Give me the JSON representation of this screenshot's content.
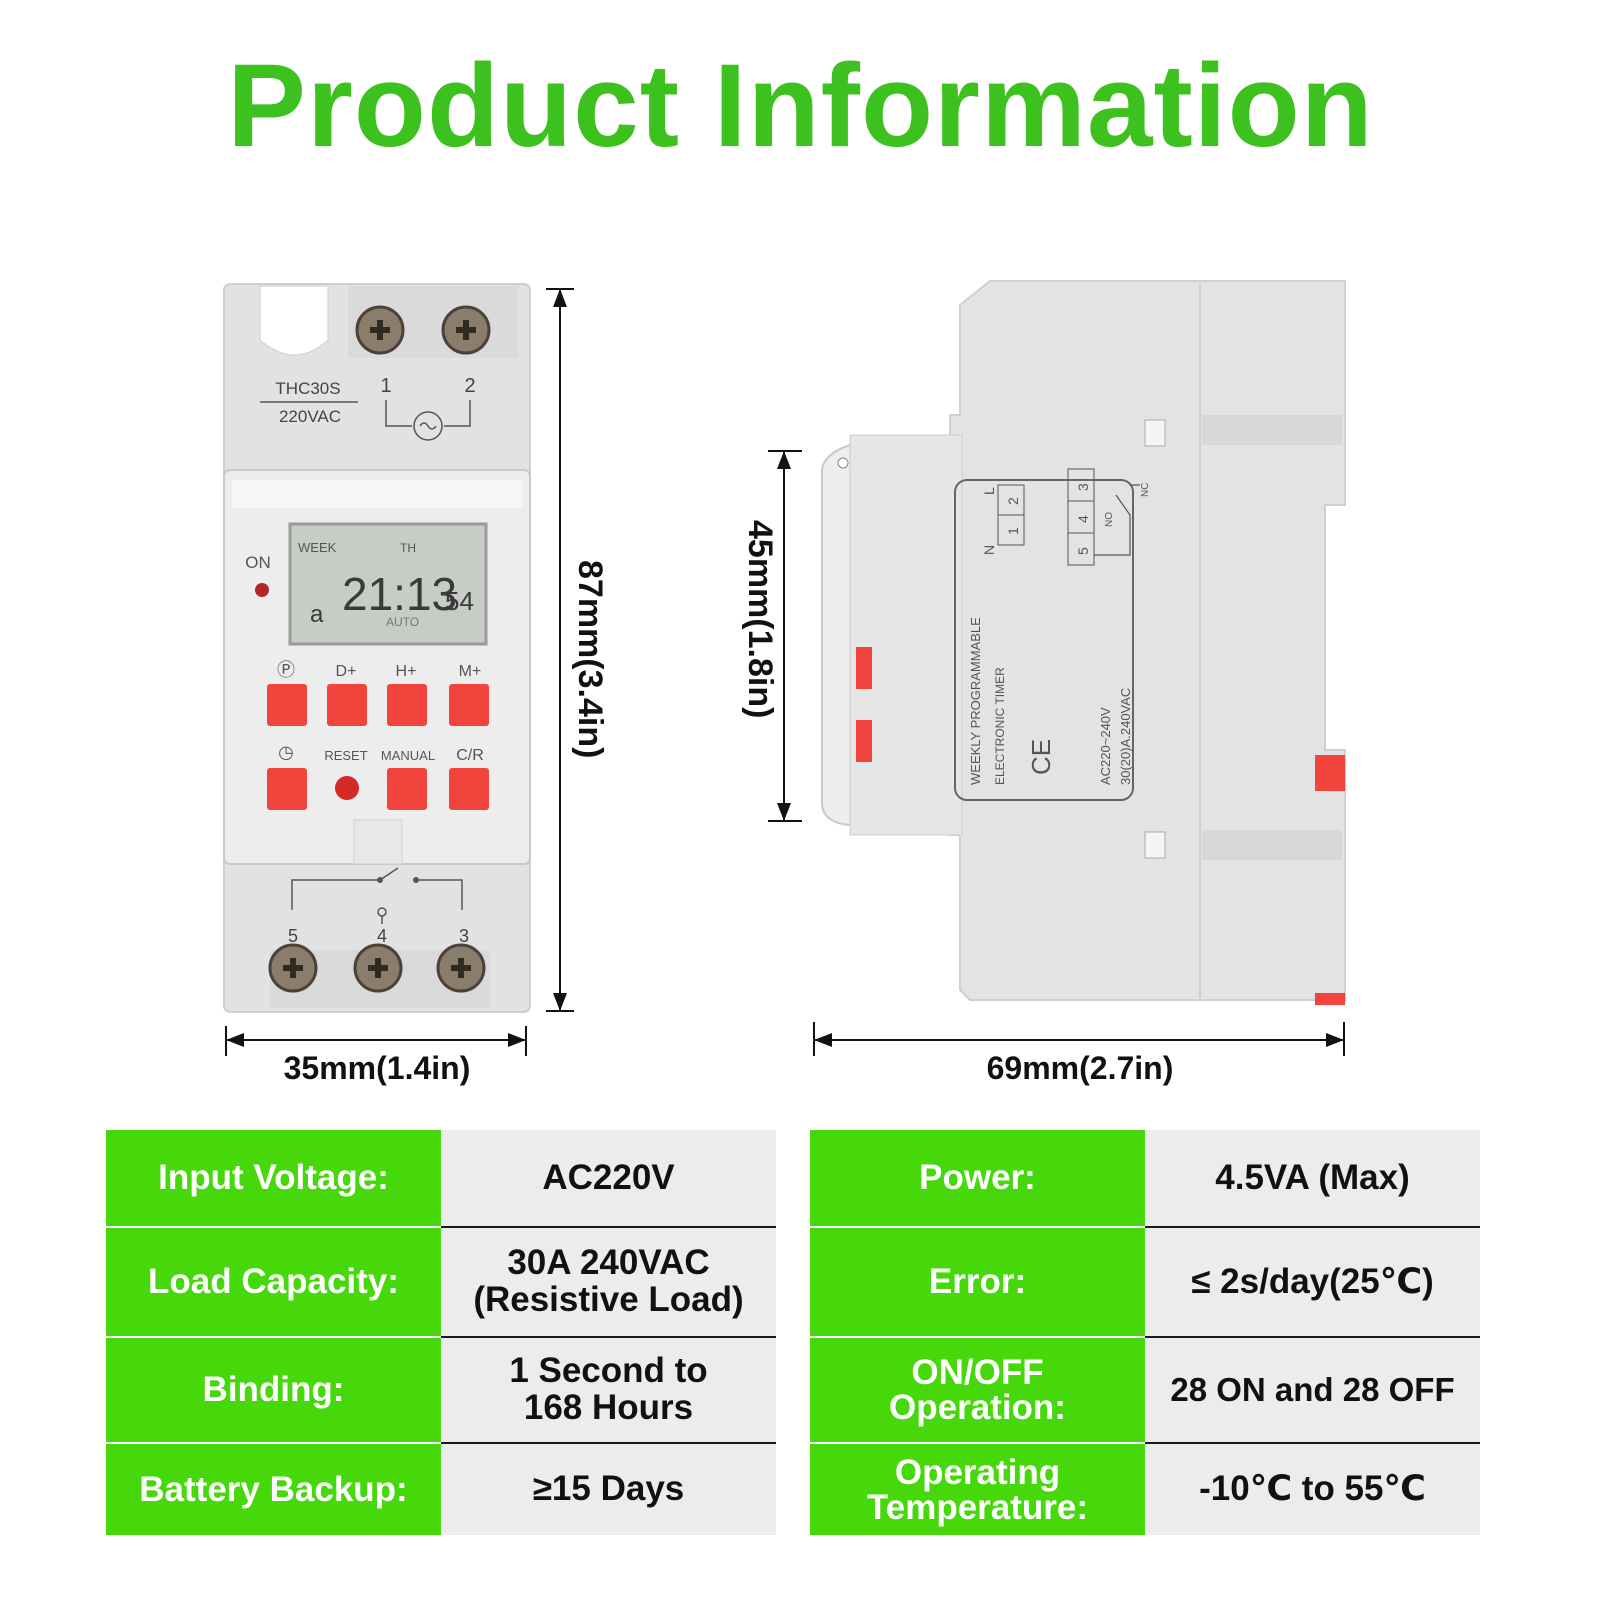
{
  "page_title": "Product Information",
  "front_device": {
    "model": "THC30S",
    "voltage": "220VAC",
    "top_terminal_labels": [
      "1",
      "2"
    ],
    "on_label": "ON",
    "lcd_week": "WEEK",
    "lcd_day": "TH",
    "lcd_time": "21:13",
    "lcd_seconds": "54",
    "lcd_prog": "a",
    "lcd_mode": "AUTO",
    "button_row1_labels": [
      "Ⓟ",
      "D+",
      "H+",
      "M+"
    ],
    "button_row2_labels": [
      "◷",
      "RESET",
      "MANUAL",
      "C/R"
    ],
    "bottom_terminal_labels": [
      "5",
      "4",
      "3"
    ]
  },
  "side_device": {
    "line1": "WEEKLY PROGRAMMABLE",
    "line2": "ELECTRONIC TIMER",
    "ce_mark": "CE",
    "rating1": "AC220~240V",
    "rating2": "30(20)A.240VAC",
    "n_label": "N",
    "l_label": "L",
    "terminal_left": [
      "1",
      "2"
    ],
    "terminal_right": [
      "5",
      "4",
      "3"
    ],
    "no_label": "NO",
    "nc_label": "NC"
  },
  "dimensions": {
    "front_height": "87mm(3.4in)",
    "front_width": "35mm(1.4in)",
    "side_height": "45mm(1.8in)",
    "side_width": "69mm(2.7in)"
  },
  "specs_left": [
    {
      "label": "Input Voltage:",
      "value": "AC220V"
    },
    {
      "label": "Load Capacity:",
      "value": "30A 240VAC\n(Resistive Load)"
    },
    {
      "label": "Binding:",
      "value": "1 Second to\n168 Hours"
    },
    {
      "label": "Battery Backup:",
      "value": "≥15 Days"
    }
  ],
  "specs_right": [
    {
      "label": "Power:",
      "value": "4.5VA (Max)"
    },
    {
      "label": "Error:",
      "value": "≤ 2s/day(25℃)"
    },
    {
      "label": "ON/OFF\nOperation:",
      "value": "28 ON and 28 OFF"
    },
    {
      "label": "Operating\nTemperature:",
      "value": "-10℃ to 55℃"
    }
  ],
  "colors": {
    "title_green": "#3cc11f",
    "key_green": "#46d80a",
    "value_gray": "#ececec",
    "button_red": "#f0443c",
    "device_gray": "#e4e4e4"
  }
}
